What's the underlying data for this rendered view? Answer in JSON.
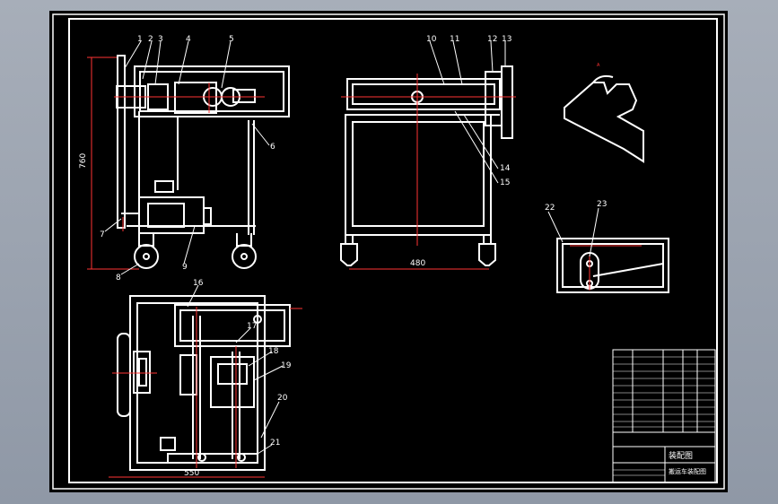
{
  "drawing": {
    "dimensions": {
      "height": "760",
      "base": "480",
      "length": "550"
    },
    "callouts": [
      "1",
      "2",
      "3",
      "4",
      "5",
      "6",
      "7",
      "8",
      "9",
      "10",
      "11",
      "12",
      "13",
      "14",
      "15",
      "16",
      "17",
      "18",
      "19",
      "20",
      "21",
      "22",
      "23"
    ],
    "title_block": {
      "title": "装配图",
      "subtitle": "搬运车装配图"
    }
  },
  "colors": {
    "background": "#000000",
    "lines": "#ffffff",
    "accent": "#ff3333",
    "frame": "#ffffff"
  }
}
